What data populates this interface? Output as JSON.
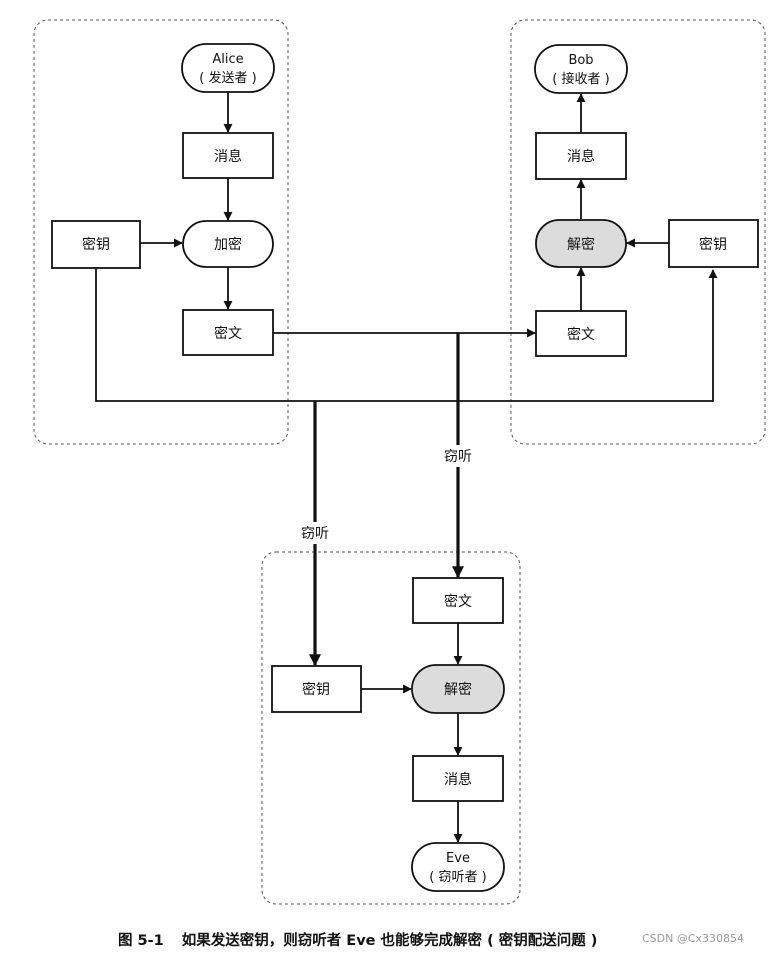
{
  "alice": {
    "name": "Alice",
    "role": "( 发送者 )",
    "message": "消息",
    "encrypt": "加密",
    "key": "密钥",
    "ciphertext": "密文"
  },
  "bob": {
    "name": "Bob",
    "role": "( 接收者 )",
    "message": "消息",
    "decrypt": "解密",
    "key": "密钥",
    "ciphertext": "密文"
  },
  "eve": {
    "name": "Eve",
    "role": "( 窃听者 )",
    "message": "消息",
    "decrypt": "解密",
    "key": "密钥",
    "ciphertext": "密文"
  },
  "eavesdrop_label": "窃听",
  "caption": {
    "number": "图 5-1",
    "text": "如果发送密钥，则窃听者 Eve 也能够完成解密 ( 密钥配送问题 )"
  },
  "watermark": "CSDN @Cx330854",
  "colors": {
    "line": "#111111",
    "shaded_node": "#dcdcdc",
    "group_border": "#555555"
  }
}
